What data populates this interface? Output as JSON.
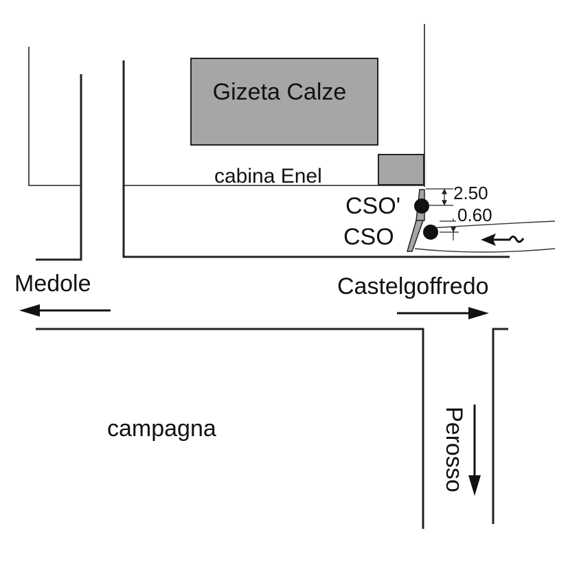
{
  "labels": {
    "building": "Gizeta Calze",
    "substation": "cabina Enel",
    "cso_prime": "CSO'",
    "cso": "CSO",
    "dim_upper": "2.50",
    "dim_lower": "0.60",
    "west": "Medole",
    "east": "Castelgoffredo",
    "south": "Perosso",
    "field": "campagna"
  },
  "colors": {
    "building_fill": "#a6a6a6",
    "line": "#222222"
  },
  "icons": {
    "flow": "wavy-arrow-icon",
    "direction": "arrow-icon"
  }
}
